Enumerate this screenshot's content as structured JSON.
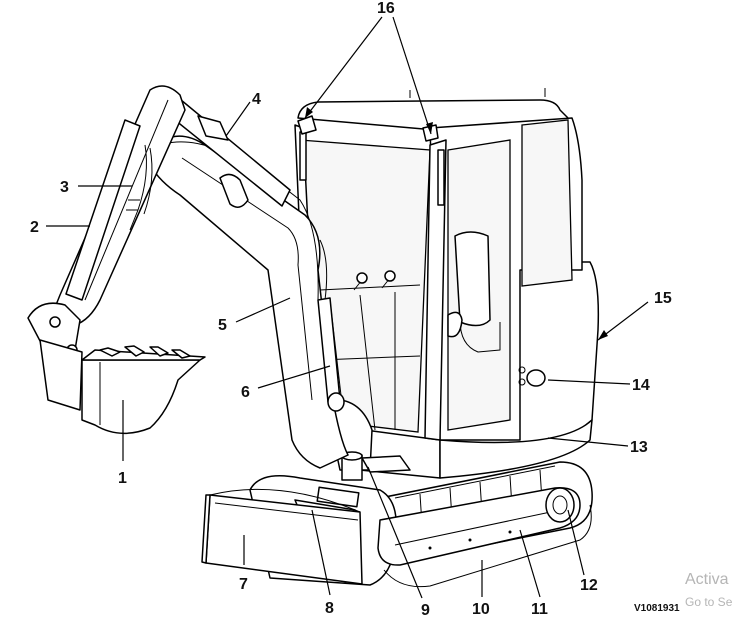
{
  "diagram": {
    "reference_code": "V1081931",
    "callouts": [
      {
        "id": "1",
        "label": "1"
      },
      {
        "id": "2",
        "label": "2"
      },
      {
        "id": "3",
        "label": "3"
      },
      {
        "id": "4",
        "label": "4"
      },
      {
        "id": "5",
        "label": "5"
      },
      {
        "id": "6",
        "label": "6"
      },
      {
        "id": "7",
        "label": "7"
      },
      {
        "id": "8",
        "label": "8"
      },
      {
        "id": "9",
        "label": "9"
      },
      {
        "id": "10",
        "label": "10"
      },
      {
        "id": "11",
        "label": "11"
      },
      {
        "id": "12",
        "label": "12"
      },
      {
        "id": "13",
        "label": "13"
      },
      {
        "id": "14",
        "label": "14"
      },
      {
        "id": "15",
        "label": "15"
      },
      {
        "id": "16",
        "label": "16"
      }
    ]
  },
  "watermark": {
    "line1": "Activa",
    "line2": "Go to Se"
  }
}
